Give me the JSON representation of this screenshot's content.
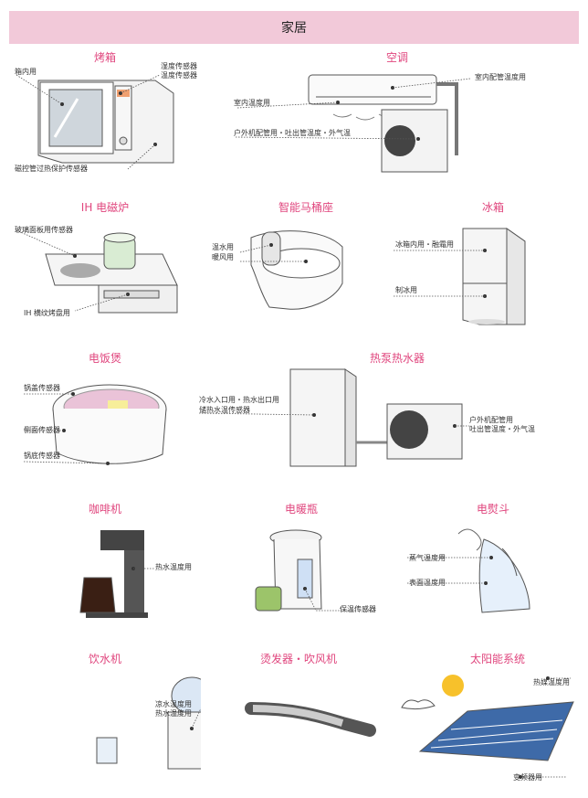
{
  "header": {
    "title": "家居"
  },
  "cells": {
    "oven": {
      "title": "烤箱",
      "labels": [
        "箱内用",
        "湿度传感器",
        "温度传感器",
        "磁控管过热保护传感器"
      ]
    },
    "ac": {
      "title": "空调",
      "labels": [
        "室内配管温度用",
        "室内温度用",
        "户外机配管用・吐出管温度・外气温"
      ]
    },
    "ih": {
      "title": "IH 电磁炉",
      "labels": [
        "玻璃面板用传感器",
        "IH 横纹烤盘用"
      ]
    },
    "toilet": {
      "title": "智能马桶座",
      "labels": [
        "温水用",
        "暖风用"
      ]
    },
    "fridge": {
      "title": "冰箱",
      "labels": [
        "冰箱内用・融霜用",
        "制冰用"
      ]
    },
    "ricecooker": {
      "title": "电饭煲",
      "labels": [
        "锅盖传感器",
        "侧面传感器",
        "锅底传感器"
      ]
    },
    "heatpump": {
      "title": "热泵热水器",
      "labels": [
        "冷水入口用・热水出口用",
        "储热水温传感器",
        "户外机配管用",
        "吐出管温度・外气温"
      ]
    },
    "coffee": {
      "title": "咖啡机",
      "labels": [
        "热水温度用"
      ]
    },
    "pot": {
      "title": "电暖瓶",
      "labels": [
        "保温传感器"
      ]
    },
    "iron": {
      "title": "电熨斗",
      "labels": [
        "蒸气温度用",
        "表面温度用"
      ]
    },
    "water": {
      "title": "饮水机",
      "labels": [
        "凉水温度用",
        "热水温度用"
      ]
    },
    "curler": {
      "title": "烫发器・吹风机",
      "labels": []
    },
    "solar": {
      "title": "太阳能系统",
      "labels": [
        "热媒温度用",
        "变频器用"
      ]
    }
  },
  "colors": {
    "accent": "#e0467e",
    "header_bg": "#f2c9d9"
  }
}
